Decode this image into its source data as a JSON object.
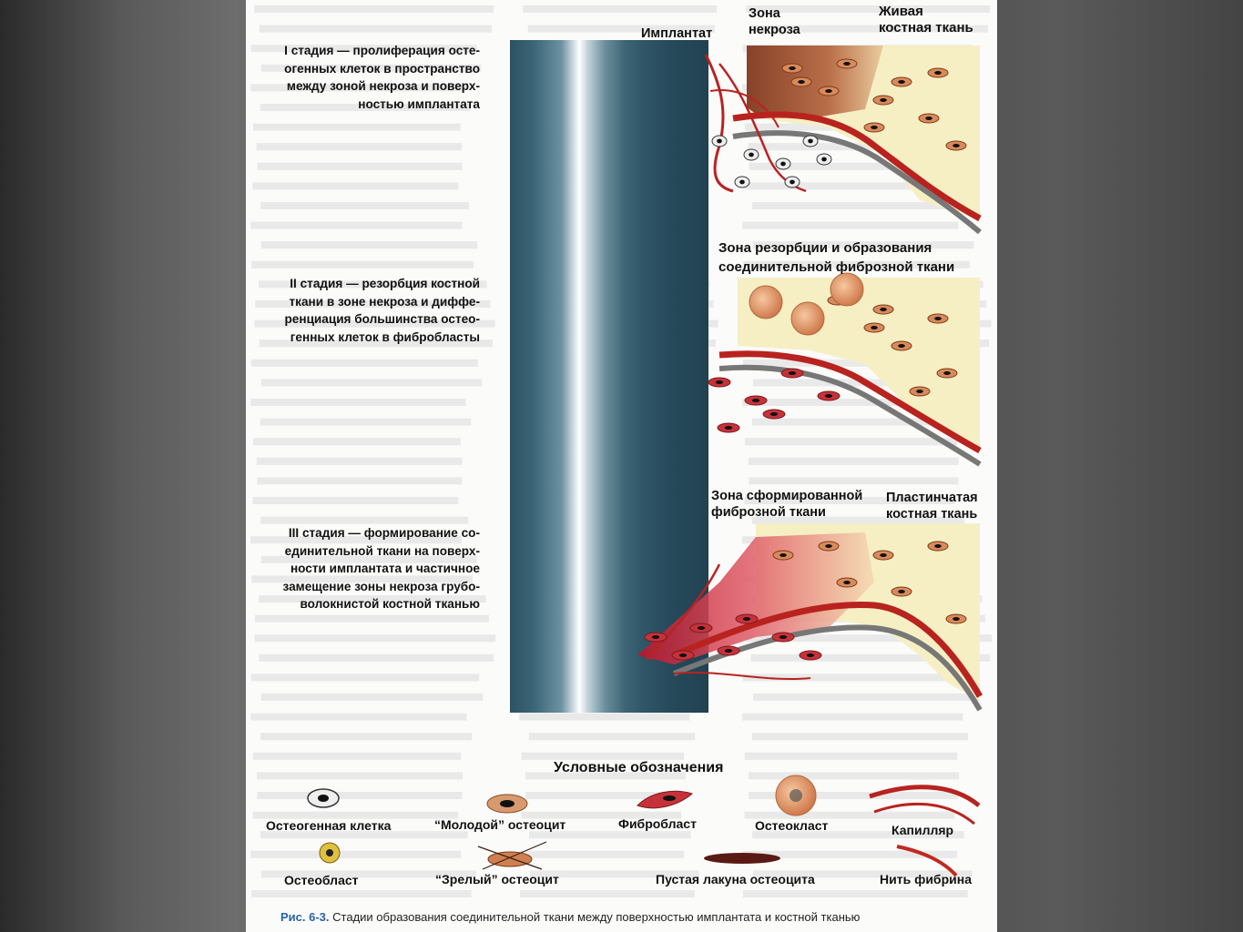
{
  "labels": {
    "implant": "Имплантат",
    "necrosis_zone": [
      "Зона",
      "некроза"
    ],
    "living_bone": [
      "Живая",
      "костная ткань"
    ],
    "resorption_zone": [
      "Зона резорбции и образования",
      "соединительной фиброзной ткани"
    ],
    "formed_fibrous_zone": [
      "Зона сформированной",
      "фиброзной ткани"
    ],
    "lamellar_bone": [
      "Пластинчатая",
      "костная ткань"
    ]
  },
  "stages": [
    {
      "lines": [
        "I стадия — пролиферация осте-",
        "огенных клеток в пространство",
        "между зоной некроза и поверх-",
        "ностью имплантата"
      ]
    },
    {
      "lines": [
        "II стадия — резорбция костной",
        "ткани в зоне некроза и диффе-",
        "ренциация большинства остео-",
        "генных клеток в фибробласты"
      ]
    },
    {
      "lines": [
        "III стадия — формирование со-",
        "единительной ткани на поверх-",
        "ности имплантата и частичное",
        "замещение зоны некроза грубо-",
        "волокнистой костной тканью"
      ]
    }
  ],
  "legend": {
    "title": "Условные обозначения",
    "items": {
      "osteogenic_cell": "Остеогенная клетка",
      "young_osteocyte": "“Молодой” остеоцит",
      "fibroblast": "Фибробласт",
      "osteoclast": "Остеокласт",
      "capillary": "Капилляр",
      "osteoblast": "Остеобласт",
      "mature_osteocyte": "“Зрелый” остеоцит",
      "empty_lacuna": "Пустая лакуна остеоцита",
      "fibrin_thread": "Нить  фибрина"
    }
  },
  "caption": {
    "figure": "Рис. 6-3.",
    "text": " Стадии образования соединительной ткани между поверхностью имплантата и костной тканью"
  },
  "colors": {
    "implant": "#3b6677",
    "bone": "#f6efc4",
    "necrosis": "#8b3a1f",
    "capillary": "#b8231f",
    "fibrous_tissue": "#c02630",
    "caption_accent": "#2a63a8"
  }
}
